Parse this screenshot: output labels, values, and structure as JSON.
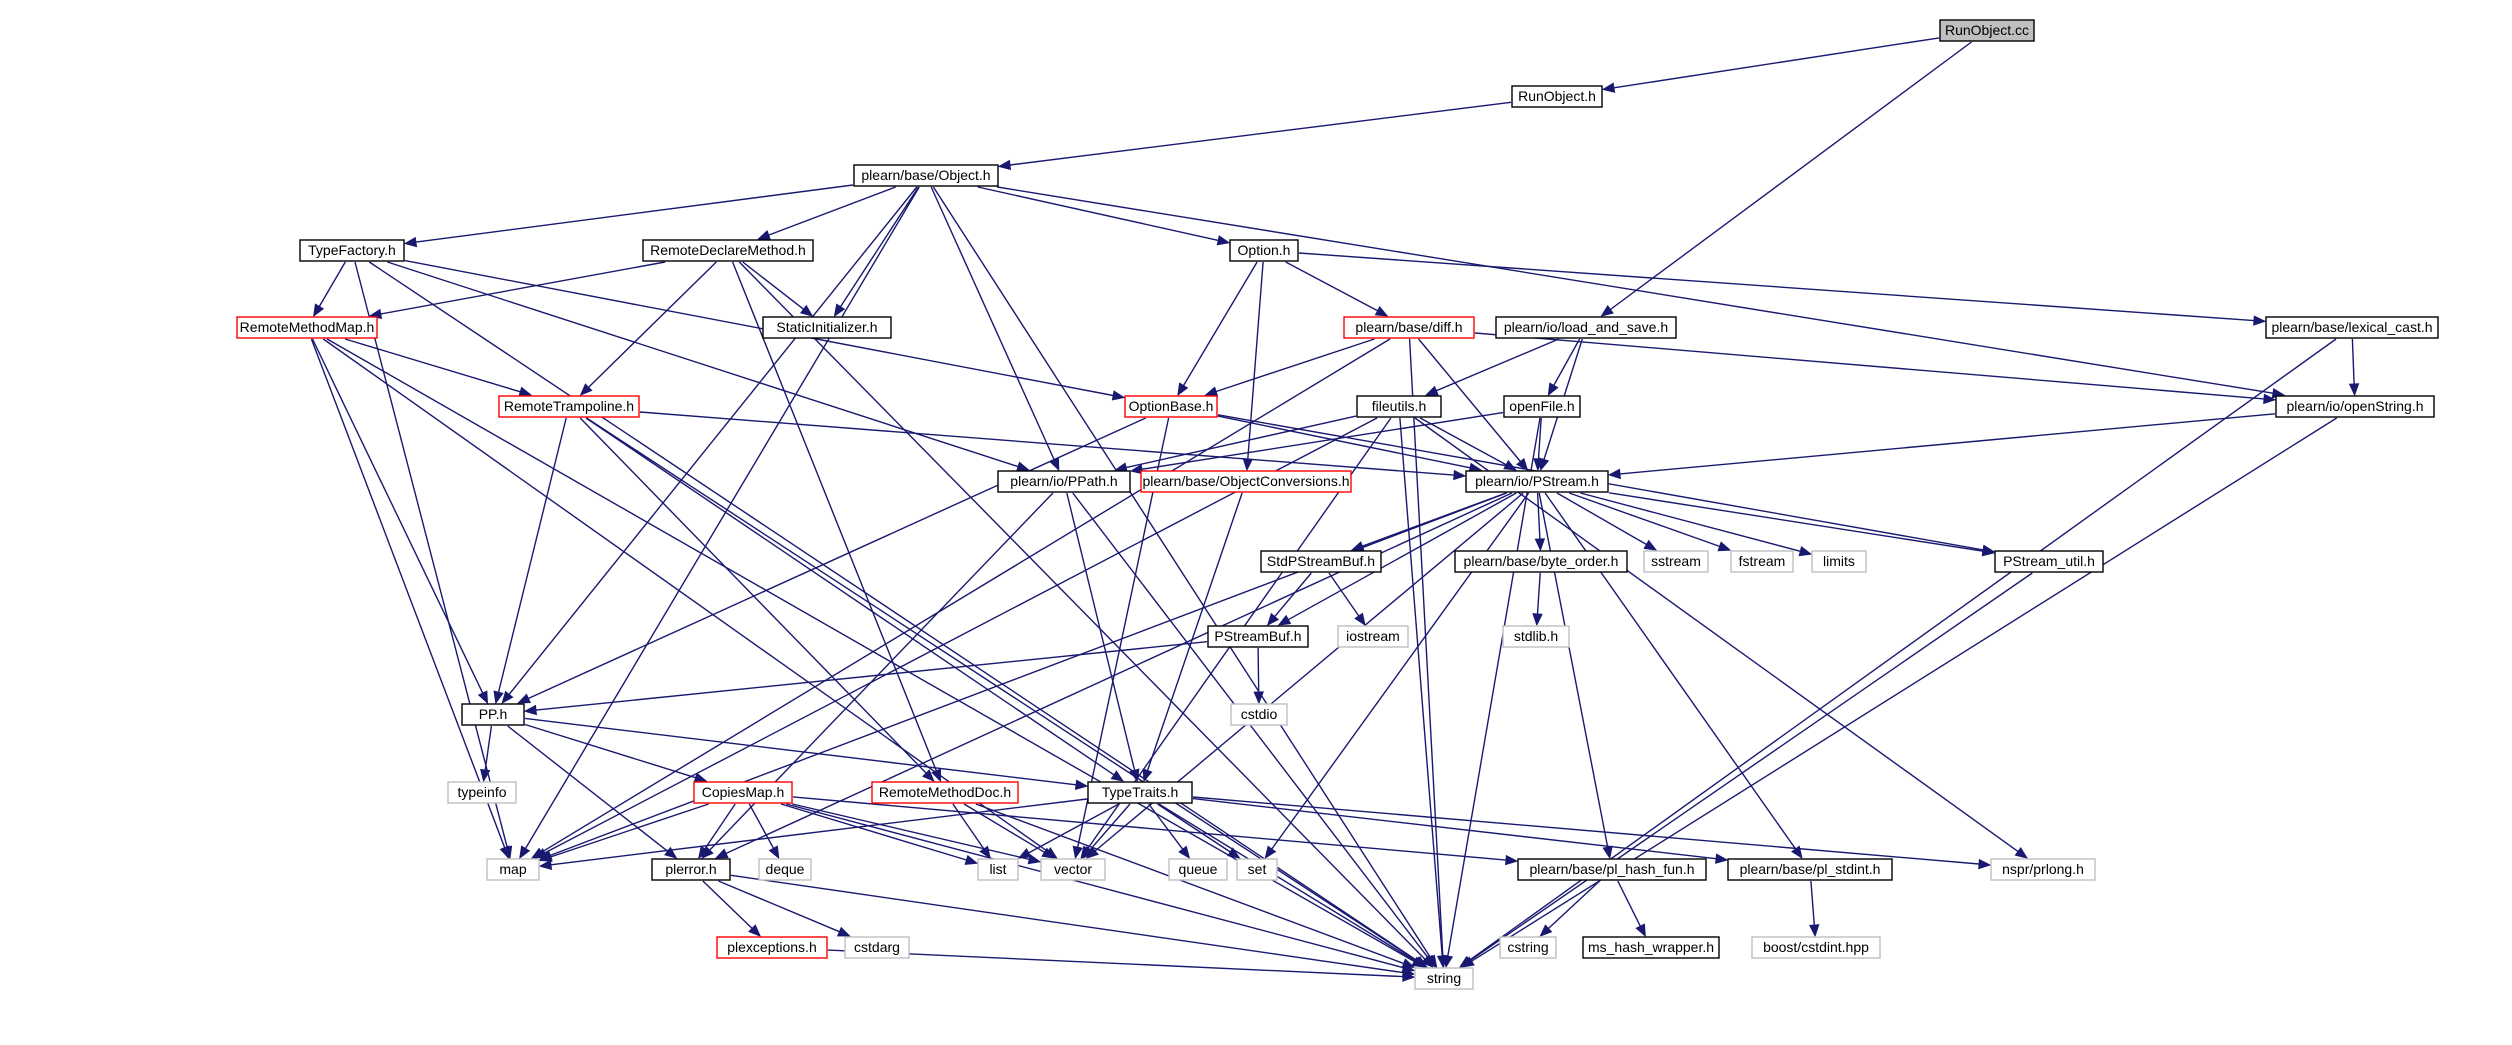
{
  "diagram": {
    "type": "include-dependency-graph",
    "colors": {
      "edge": "#191970",
      "root_fill": "#bfbfbf",
      "node_border": "#000000",
      "incomplete_border": "#ff0000",
      "system_border": "#bfbfbf"
    },
    "legend_kinds": {
      "root": "file being documented",
      "normal": "documented header",
      "red": "header with truncated graph",
      "gray": "system / undocumented header"
    },
    "nodes": [
      {
        "id": "RunObject.cc",
        "label": "RunObject.cc",
        "kind": "root"
      },
      {
        "id": "RunObject.h",
        "label": "RunObject.h",
        "kind": "normal"
      },
      {
        "id": "Object.h",
        "label": "plearn/base/Object.h",
        "kind": "normal"
      },
      {
        "id": "TypeFactory.h",
        "label": "TypeFactory.h",
        "kind": "normal"
      },
      {
        "id": "RemoteDeclareMethod.h",
        "label": "RemoteDeclareMethod.h",
        "kind": "normal"
      },
      {
        "id": "Option.h",
        "label": "Option.h",
        "kind": "normal"
      },
      {
        "id": "RemoteMethodMap.h",
        "label": "RemoteMethodMap.h",
        "kind": "red"
      },
      {
        "id": "StaticInitializer.h",
        "label": "StaticInitializer.h",
        "kind": "normal"
      },
      {
        "id": "diff.h",
        "label": "plearn/base/diff.h",
        "kind": "red"
      },
      {
        "id": "load_and_save.h",
        "label": "plearn/io/load_and_save.h",
        "kind": "normal"
      },
      {
        "id": "lexical_cast.h",
        "label": "plearn/base/lexical_cast.h",
        "kind": "normal"
      },
      {
        "id": "RemoteTrampoline.h",
        "label": "RemoteTrampoline.h",
        "kind": "red"
      },
      {
        "id": "OptionBase.h",
        "label": "OptionBase.h",
        "kind": "red"
      },
      {
        "id": "fileutils.h",
        "label": "fileutils.h",
        "kind": "normal"
      },
      {
        "id": "openFile.h",
        "label": "openFile.h",
        "kind": "normal"
      },
      {
        "id": "openString.h",
        "label": "plearn/io/openString.h",
        "kind": "normal"
      },
      {
        "id": "PPath.h",
        "label": "plearn/io/PPath.h",
        "kind": "normal"
      },
      {
        "id": "ObjectConversions.h",
        "label": "plearn/base/ObjectConversions.h",
        "kind": "red"
      },
      {
        "id": "PStream.h",
        "label": "plearn/io/PStream.h",
        "kind": "normal"
      },
      {
        "id": "StdPStreamBuf.h",
        "label": "StdPStreamBuf.h",
        "kind": "normal"
      },
      {
        "id": "byte_order.h",
        "label": "plearn/base/byte_order.h",
        "kind": "normal"
      },
      {
        "id": "sstream",
        "label": "sstream",
        "kind": "gray"
      },
      {
        "id": "fstream",
        "label": "fstream",
        "kind": "gray"
      },
      {
        "id": "limits",
        "label": "limits",
        "kind": "gray"
      },
      {
        "id": "PStream_util.h",
        "label": "PStream_util.h",
        "kind": "normal"
      },
      {
        "id": "PStreamBuf.h",
        "label": "PStreamBuf.h",
        "kind": "normal"
      },
      {
        "id": "iostream",
        "label": "iostream",
        "kind": "gray"
      },
      {
        "id": "stdlib.h",
        "label": "stdlib.h",
        "kind": "gray"
      },
      {
        "id": "cstdio",
        "label": "cstdio",
        "kind": "gray"
      },
      {
        "id": "PP.h",
        "label": "PP.h",
        "kind": "normal"
      },
      {
        "id": "typeinfo",
        "label": "typeinfo",
        "kind": "gray"
      },
      {
        "id": "CopiesMap.h",
        "label": "CopiesMap.h",
        "kind": "red"
      },
      {
        "id": "RemoteMethodDoc.h",
        "label": "RemoteMethodDoc.h",
        "kind": "red"
      },
      {
        "id": "TypeTraits.h",
        "label": "TypeTraits.h",
        "kind": "normal"
      },
      {
        "id": "deque",
        "label": "deque",
        "kind": "gray"
      },
      {
        "id": "list",
        "label": "list",
        "kind": "gray"
      },
      {
        "id": "vector",
        "label": "vector",
        "kind": "gray"
      },
      {
        "id": "queue",
        "label": "queue",
        "kind": "gray"
      },
      {
        "id": "set",
        "label": "set",
        "kind": "gray"
      },
      {
        "id": "map",
        "label": "map",
        "kind": "gray"
      },
      {
        "id": "plerror.h",
        "label": "plerror.h",
        "kind": "normal"
      },
      {
        "id": "pl_hash_fun.h",
        "label": "plearn/base/pl_hash_fun.h",
        "kind": "normal"
      },
      {
        "id": "pl_stdint.h",
        "label": "plearn/base/pl_stdint.h",
        "kind": "normal"
      },
      {
        "id": "prlong.h",
        "label": "nspr/prlong.h",
        "kind": "gray"
      },
      {
        "id": "plexceptions.h",
        "label": "plexceptions.h",
        "kind": "red"
      },
      {
        "id": "cstdarg",
        "label": "cstdarg",
        "kind": "gray"
      },
      {
        "id": "cstring",
        "label": "cstring",
        "kind": "gray"
      },
      {
        "id": "ms_hash_wrapper.h",
        "label": "ms_hash_wrapper.h",
        "kind": "normal"
      },
      {
        "id": "cstdint.hpp",
        "label": "boost/cstdint.hpp",
        "kind": "gray"
      },
      {
        "id": "string",
        "label": "string",
        "kind": "gray"
      }
    ],
    "edges": [
      [
        "RunObject.cc",
        "RunObject.h"
      ],
      [
        "RunObject.cc",
        "load_and_save.h"
      ],
      [
        "RunObject.h",
        "Object.h"
      ],
      [
        "Object.h",
        "TypeFactory.h"
      ],
      [
        "Object.h",
        "RemoteDeclareMethod.h"
      ],
      [
        "Object.h",
        "StaticInitializer.h"
      ],
      [
        "Object.h",
        "Option.h"
      ],
      [
        "Object.h",
        "PPath.h"
      ],
      [
        "Object.h",
        "PP.h"
      ],
      [
        "Object.h",
        "map"
      ],
      [
        "Object.h",
        "openString.h"
      ],
      [
        "Object.h",
        "string"
      ],
      [
        "TypeFactory.h",
        "RemoteMethodMap.h"
      ],
      [
        "TypeFactory.h",
        "map"
      ],
      [
        "TypeFactory.h",
        "string"
      ],
      [
        "TypeFactory.h",
        "OptionBase.h"
      ],
      [
        "TypeFactory.h",
        "PPath.h"
      ],
      [
        "RemoteDeclareMethod.h",
        "RemoteMethodMap.h"
      ],
      [
        "RemoteDeclareMethod.h",
        "StaticInitializer.h"
      ],
      [
        "RemoteDeclareMethod.h",
        "RemoteTrampoline.h"
      ],
      [
        "RemoteDeclareMethod.h",
        "RemoteMethodDoc.h"
      ],
      [
        "RemoteDeclareMethod.h",
        "string"
      ],
      [
        "Option.h",
        "OptionBase.h"
      ],
      [
        "Option.h",
        "ObjectConversions.h"
      ],
      [
        "Option.h",
        "diff.h"
      ],
      [
        "Option.h",
        "lexical_cast.h"
      ],
      [
        "RemoteMethodMap.h",
        "RemoteTrampoline.h"
      ],
      [
        "RemoteMethodMap.h",
        "PP.h"
      ],
      [
        "RemoteMethodMap.h",
        "map"
      ],
      [
        "RemoteMethodMap.h",
        "vector"
      ],
      [
        "RemoteMethodMap.h",
        "string"
      ],
      [
        "diff.h",
        "OptionBase.h"
      ],
      [
        "diff.h",
        "PStream.h"
      ],
      [
        "diff.h",
        "openString.h"
      ],
      [
        "diff.h",
        "map"
      ],
      [
        "diff.h",
        "string"
      ],
      [
        "load_and_save.h",
        "fileutils.h"
      ],
      [
        "load_and_save.h",
        "openFile.h"
      ],
      [
        "load_and_save.h",
        "PStream.h"
      ],
      [
        "lexical_cast.h",
        "openString.h"
      ],
      [
        "lexical_cast.h",
        "string"
      ],
      [
        "RemoteTrampoline.h",
        "PP.h"
      ],
      [
        "RemoteTrampoline.h",
        "PStream.h"
      ],
      [
        "RemoteTrampoline.h",
        "TypeTraits.h"
      ],
      [
        "RemoteTrampoline.h",
        "RemoteMethodDoc.h"
      ],
      [
        "RemoteTrampoline.h",
        "string"
      ],
      [
        "OptionBase.h",
        "PP.h"
      ],
      [
        "OptionBase.h",
        "PStream.h"
      ],
      [
        "OptionBase.h",
        "vector"
      ],
      [
        "OptionBase.h",
        "PStream_util.h"
      ],
      [
        "fileutils.h",
        "PPath.h"
      ],
      [
        "fileutils.h",
        "PStream.h"
      ],
      [
        "fileutils.h",
        "vector"
      ],
      [
        "fileutils.h",
        "map"
      ],
      [
        "fileutils.h",
        "prlong.h"
      ],
      [
        "fileutils.h",
        "string"
      ],
      [
        "openFile.h",
        "PPath.h"
      ],
      [
        "openFile.h",
        "PStream.h"
      ],
      [
        "openFile.h",
        "string"
      ],
      [
        "openString.h",
        "PStream.h"
      ],
      [
        "openString.h",
        "string"
      ],
      [
        "PPath.h",
        "TypeTraits.h"
      ],
      [
        "PPath.h",
        "plerror.h"
      ],
      [
        "PPath.h",
        "string"
      ],
      [
        "ObjectConversions.h",
        "TypeTraits.h"
      ],
      [
        "PStream.h",
        "map"
      ],
      [
        "PStream.h",
        "plerror.h"
      ],
      [
        "PStream.h",
        "PStreamBuf.h"
      ],
      [
        "PStream.h",
        "StdPStreamBuf.h"
      ],
      [
        "PStream.h",
        "byte_order.h"
      ],
      [
        "PStream.h",
        "sstream"
      ],
      [
        "PStream.h",
        "fstream"
      ],
      [
        "PStream.h",
        "limits"
      ],
      [
        "PStream.h",
        "PStream_util.h"
      ],
      [
        "PStream.h",
        "pl_hash_fun.h"
      ],
      [
        "PStream.h",
        "pl_stdint.h"
      ],
      [
        "PStream.h",
        "set"
      ],
      [
        "PStream.h",
        "vector"
      ],
      [
        "StdPStreamBuf.h",
        "PStreamBuf.h"
      ],
      [
        "StdPStreamBuf.h",
        "iostream"
      ],
      [
        "byte_order.h",
        "stdlib.h"
      ],
      [
        "PStream_util.h",
        "string"
      ],
      [
        "PStreamBuf.h",
        "PP.h"
      ],
      [
        "PStreamBuf.h",
        "cstdio"
      ],
      [
        "PP.h",
        "typeinfo"
      ],
      [
        "PP.h",
        "CopiesMap.h"
      ],
      [
        "PP.h",
        "TypeTraits.h"
      ],
      [
        "PP.h",
        "plerror.h"
      ],
      [
        "CopiesMap.h",
        "map"
      ],
      [
        "CopiesMap.h",
        "plerror.h"
      ],
      [
        "CopiesMap.h",
        "deque"
      ],
      [
        "CopiesMap.h",
        "list"
      ],
      [
        "CopiesMap.h",
        "vector"
      ],
      [
        "CopiesMap.h",
        "pl_hash_fun.h"
      ],
      [
        "CopiesMap.h",
        "string"
      ],
      [
        "RemoteMethodDoc.h",
        "list"
      ],
      [
        "RemoteMethodDoc.h",
        "vector"
      ],
      [
        "RemoteMethodDoc.h",
        "string"
      ],
      [
        "TypeTraits.h",
        "map"
      ],
      [
        "TypeTraits.h",
        "list"
      ],
      [
        "TypeTraits.h",
        "vector"
      ],
      [
        "TypeTraits.h",
        "queue"
      ],
      [
        "TypeTraits.h",
        "set"
      ],
      [
        "TypeTraits.h",
        "pl_stdint.h"
      ],
      [
        "TypeTraits.h",
        "prlong.h"
      ],
      [
        "TypeTraits.h",
        "string"
      ],
      [
        "plerror.h",
        "plexceptions.h"
      ],
      [
        "plerror.h",
        "cstdarg"
      ],
      [
        "plerror.h",
        "string"
      ],
      [
        "plexceptions.h",
        "string"
      ],
      [
        "pl_hash_fun.h",
        "cstring"
      ],
      [
        "pl_hash_fun.h",
        "ms_hash_wrapper.h"
      ],
      [
        "pl_stdint.h",
        "cstdint.hpp"
      ]
    ]
  }
}
